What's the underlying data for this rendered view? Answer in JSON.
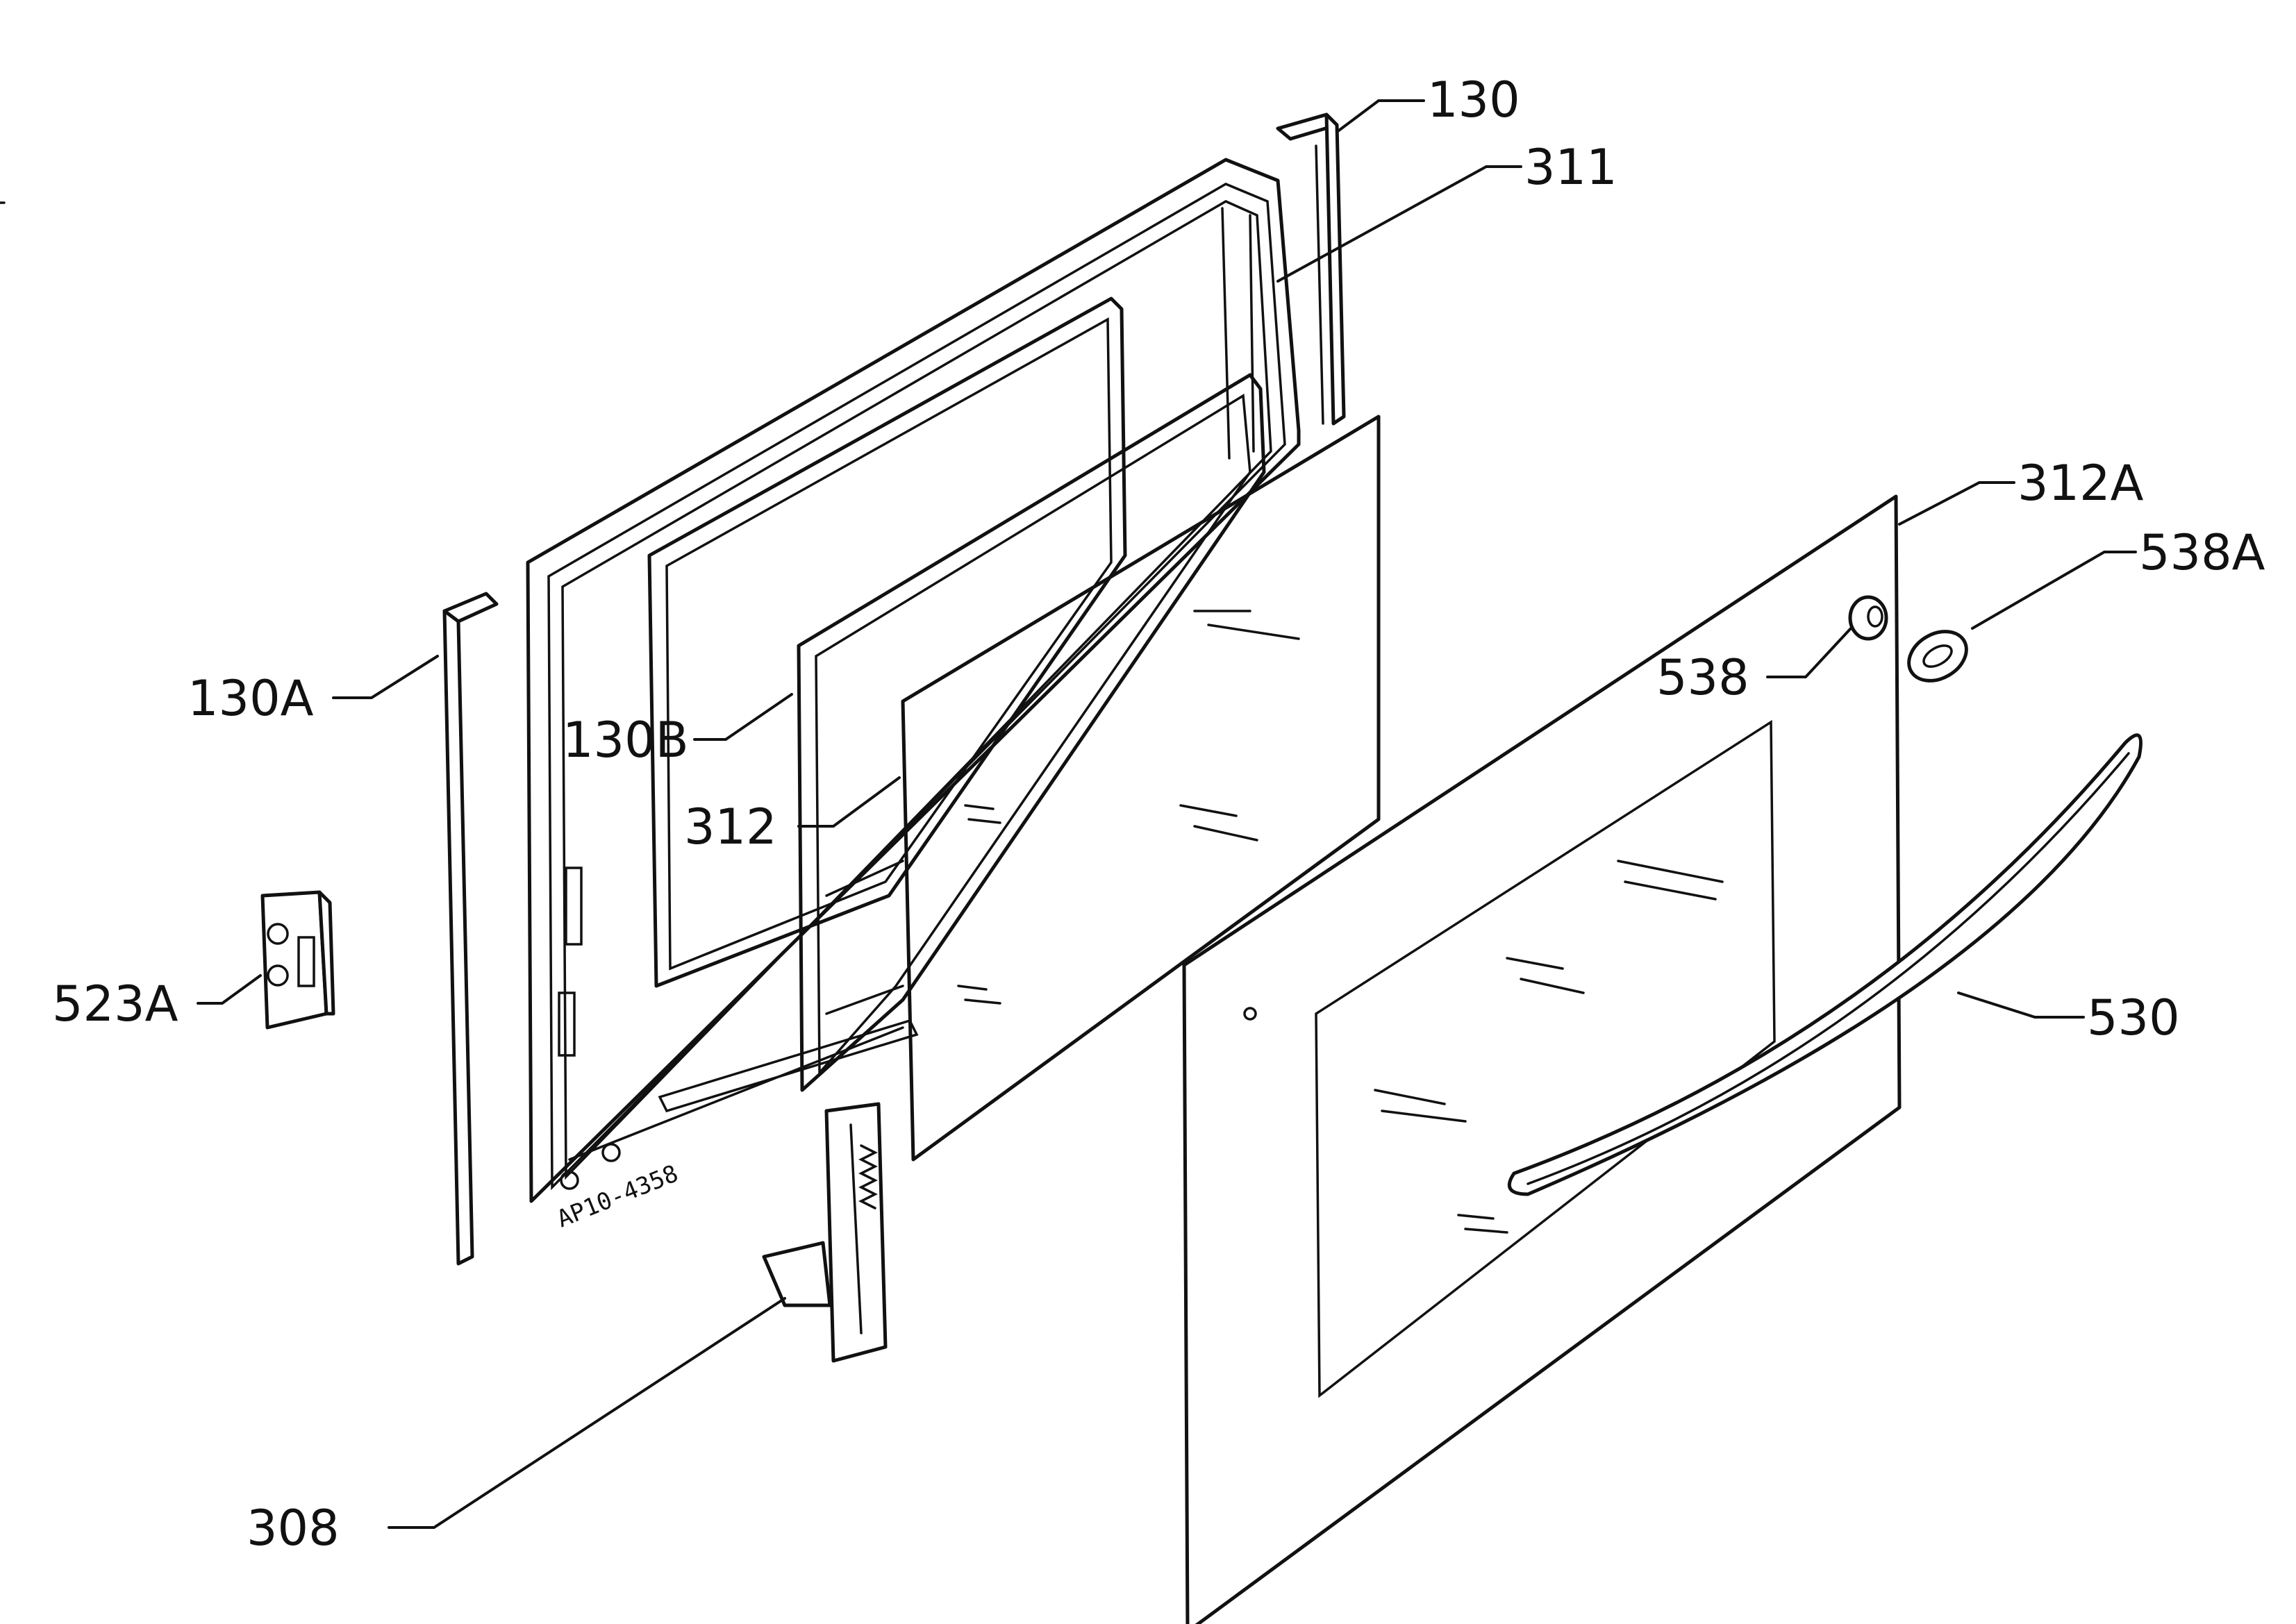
{
  "diagram": {
    "drawing_number": "AP10-4358",
    "callouts": [
      {
        "id": "130",
        "label": "130"
      },
      {
        "id": "311",
        "label": "311"
      },
      {
        "id": "312A",
        "label": "312A"
      },
      {
        "id": "538A",
        "label": "538A"
      },
      {
        "id": "538",
        "label": "538"
      },
      {
        "id": "130A",
        "label": "130A"
      },
      {
        "id": "130B",
        "label": "130B"
      },
      {
        "id": "312",
        "label": "312"
      },
      {
        "id": "523A",
        "label": "523A"
      },
      {
        "id": "530",
        "label": "530"
      },
      {
        "id": "308",
        "label": "308"
      }
    ]
  }
}
